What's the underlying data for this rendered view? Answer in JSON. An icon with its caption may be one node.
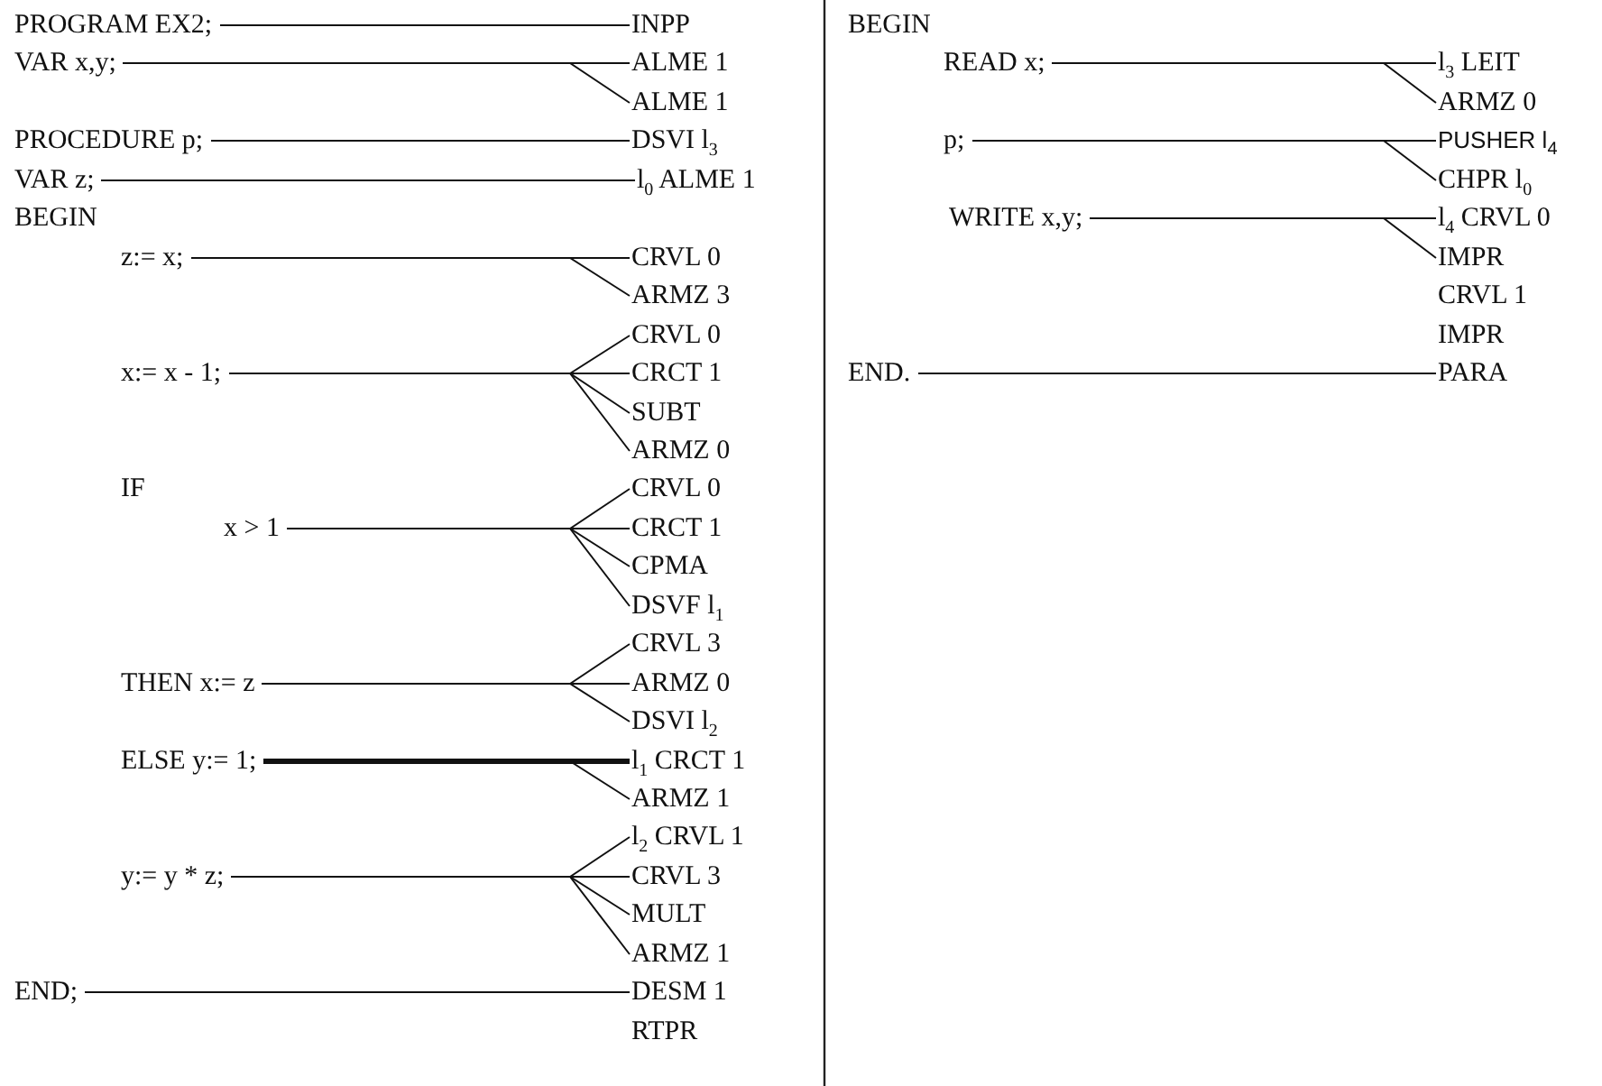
{
  "diagram": {
    "nodes": [
      {
        "text": [
          "PROGRAM EX2;"
        ]
      },
      {
        "text": [
          "INPP"
        ]
      },
      {
        "text": [
          "VAR x,y;"
        ]
      },
      {
        "text": [
          "ALME 1"
        ]
      },
      {
        "text": [
          "ALME 1"
        ]
      },
      {
        "text": [
          "PROCEDURE p;"
        ]
      },
      {
        "text": [
          "DSVI l$_{3}$"
        ]
      },
      {
        "text": [
          "VAR z;"
        ]
      },
      {
        "text": [
          "l$_{0}$ ALME 1"
        ]
      },
      {
        "text": [
          "z:= x;"
        ]
      },
      {
        "text": [
          "CRVL 0"
        ]
      },
      {
        "text": [
          "ARMZ 3"
        ]
      },
      {
        "text": [
          "CRVL 0"
        ]
      },
      {
        "text": [
          "x:= x - 1;"
        ]
      },
      {
        "text": [
          "CRCT 1"
        ]
      },
      {
        "text": [
          "SUBT"
        ]
      },
      {
        "text": [
          "ARMZ 0"
        ]
      },
      {
        "text": [
          "CRVL 0"
        ]
      },
      {
        "text": [
          "x > 1"
        ]
      },
      {
        "text": [
          "CRCT 1"
        ]
      },
      {
        "text": [
          "CPMA"
        ]
      },
      {
        "text": [
          "DSVF l$_{1}$"
        ]
      },
      {
        "text": [
          "CRVL 3"
        ]
      },
      {
        "text": [
          "THEN x:= z"
        ]
      },
      {
        "text": [
          "ARMZ 0"
        ]
      },
      {
        "text": [
          "DSVI l$_{2}$"
        ]
      },
      {
        "text": [
          "ELSE y:= 1;"
        ]
      },
      {
        "text": [
          "l$_{1}$ CRCT 1"
        ]
      },
      {
        "text": [
          "ARMZ 1"
        ]
      },
      {
        "text": [
          "l$_{2}$ CRVL 1"
        ]
      },
      {
        "text": [
          "y:= y * z;"
        ]
      },
      {
        "text": [
          "CRVL 3"
        ]
      },
      {
        "text": [
          "MULT"
        ]
      },
      {
        "text": [
          "ARMZ 1"
        ]
      },
      {
        "text": [
          "END;"
        ]
      },
      {
        "text": [
          "DESM 1"
        ]
      },
      {
        "text": [
          "READ x;"
        ]
      },
      {
        "text": [
          "l$_{3}$ LEIT"
        ]
      },
      {
        "text": [
          "ARMZ 0"
        ]
      },
      {
        "text": [
          "p;"
        ]
      },
      {
        "text": [
          "PUSHER l$_{4}$"
        ]
      },
      {
        "text": [
          "CHPR l$_{0}$"
        ]
      },
      {
        "text": [
          "WRITE x,y;"
        ]
      },
      {
        "text": [
          "l$_{4}$ CRVL 0"
        ]
      },
      {
        "text": [
          "IMPR"
        ]
      },
      {
        "text": [
          "END."
        ]
      },
      {
        "text": [
          "PARA"
        ]
      }
    ],
    "edges": [
      {
        "from": 0,
        "to": 1,
        "arrow": "none"
      },
      {
        "from": 2,
        "to": 3,
        "arrow": "none"
      },
      {
        "from": 2,
        "to": 4,
        "arrow": "none"
      },
      {
        "from": 5,
        "to": 6,
        "arrow": "none"
      },
      {
        "from": 7,
        "to": 8,
        "arrow": "none"
      },
      {
        "from": 9,
        "to": 10,
        "arrow": "none"
      },
      {
        "from": 9,
        "to": 11,
        "arrow": "none"
      },
      {
        "from": 13,
        "to": 12,
        "arrow": "none"
      },
      {
        "from": 13,
        "to": 14,
        "arrow": "none"
      },
      {
        "from": 13,
        "to": 15,
        "arrow": "none"
      },
      {
        "from": 13,
        "to": 16,
        "arrow": "none"
      },
      {
        "from": 18,
        "to": 17,
        "arrow": "none"
      },
      {
        "from": 18,
        "to": 19,
        "arrow": "none"
      },
      {
        "from": 18,
        "to": 20,
        "arrow": "none"
      },
      {
        "from": 18,
        "to": 21,
        "arrow": "none"
      },
      {
        "from": 23,
        "to": 22,
        "arrow": "none"
      },
      {
        "from": 23,
        "to": 24,
        "arrow": "none"
      },
      {
        "from": 23,
        "to": 25,
        "arrow": "none"
      },
      {
        "from": 26,
        "to": 27,
        "arrow": "none",
        "style": "thick"
      },
      {
        "from": 26,
        "to": 28,
        "arrow": "none"
      },
      {
        "from": 30,
        "to": 29,
        "arrow": "none"
      },
      {
        "from": 30,
        "to": 31,
        "arrow": "none"
      },
      {
        "from": 30,
        "to": 32,
        "arrow": "none"
      },
      {
        "from": 30,
        "to": 33,
        "arrow": "none"
      },
      {
        "from": 34,
        "to": 35,
        "arrow": "none"
      },
      {
        "from": 36,
        "to": 37,
        "arrow": "none"
      },
      {
        "from": 36,
        "to": 38,
        "arrow": "none"
      },
      {
        "from": 39,
        "to": 40,
        "arrow": "none"
      },
      {
        "from": 39,
        "to": 41,
        "arrow": "none"
      },
      {
        "from": 42,
        "to": 43,
        "arrow": "none"
      },
      {
        "from": 42,
        "to": 44,
        "arrow": "none"
      },
      {
        "from": 45,
        "to": 46,
        "arrow": "none"
      }
    ],
    "labels": [
      "BEGIN",
      "IF",
      "RTPR",
      "BEGIN",
      "CRVL 1",
      "IMPR"
    ]
  }
}
